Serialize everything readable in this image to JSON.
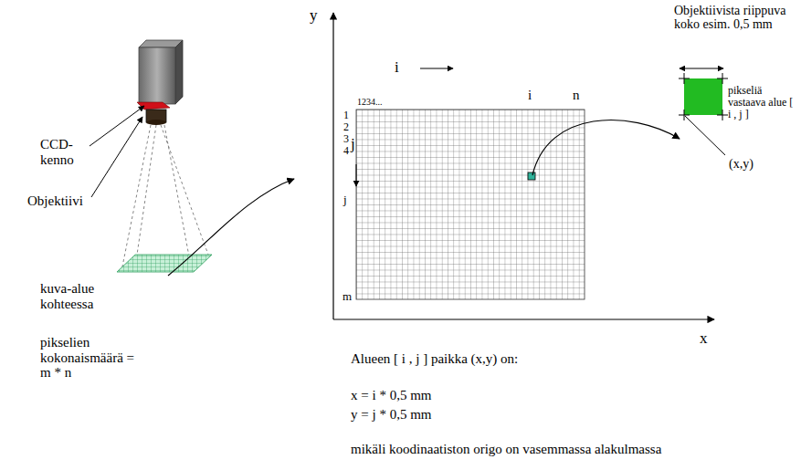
{
  "diagram": {
    "labels": [
      "CCD- kenno",
      "Objektiivi",
      "kuva-alue kohteessa",
      "pikselien kokonaismäärä = m * n",
      "y",
      "x",
      "i",
      "1234...",
      "i",
      "n",
      "j",
      "1",
      "2",
      "3",
      "4",
      "j",
      "m",
      "Objektiivista riippuva koko esim. 0,5 mm",
      "pikseliä vastaava alue [ i , j ]",
      "(x,y)",
      "Alueen [ i , j ] paikka (x,y) on:",
      "x = i * 0,5 mm",
      "y = j * 0,5 mm",
      "mikäli koodinaatiston origo on vasemmassa alakulmassa"
    ]
  }
}
